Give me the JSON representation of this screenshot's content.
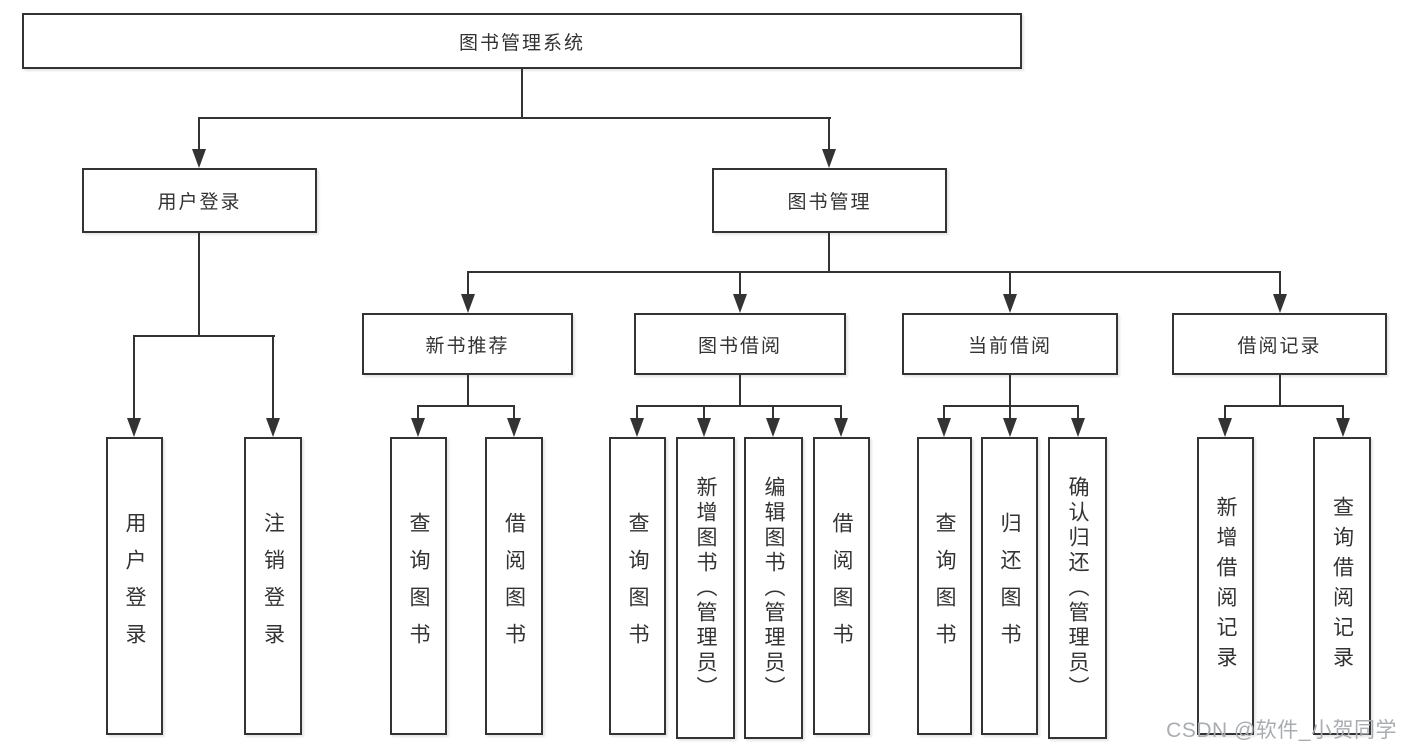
{
  "diagram": {
    "root": {
      "label": "图书管理系统",
      "children": [
        {
          "label": "用户登录",
          "children": [
            {
              "label": "用户登录"
            },
            {
              "label": "注销登录"
            }
          ]
        },
        {
          "label": "图书管理",
          "children": [
            {
              "label": "新书推荐",
              "children": [
                {
                  "label": "查询图书"
                },
                {
                  "label": "借阅图书"
                }
              ]
            },
            {
              "label": "图书借阅",
              "children": [
                {
                  "label": "查询图书"
                },
                {
                  "label": "新增图书（管理员）"
                },
                {
                  "label": "编辑图书（管理员）"
                },
                {
                  "label": "借阅图书"
                }
              ]
            },
            {
              "label": "当前借阅",
              "children": [
                {
                  "label": "查询图书"
                },
                {
                  "label": "归还图书"
                },
                {
                  "label": "确认归还（管理员）"
                }
              ]
            },
            {
              "label": "借阅记录",
              "children": [
                {
                  "label": "新增借阅记录"
                },
                {
                  "label": "查询借阅记录"
                }
              ]
            }
          ]
        }
      ]
    }
  },
  "watermark": {
    "text": "CSDN @软件_小贺同学"
  },
  "colors": {
    "line": "#333333",
    "text": "#333333",
    "box_background": "#ffffff",
    "page_background": "#ffffff",
    "watermark": "#a9adb3"
  }
}
